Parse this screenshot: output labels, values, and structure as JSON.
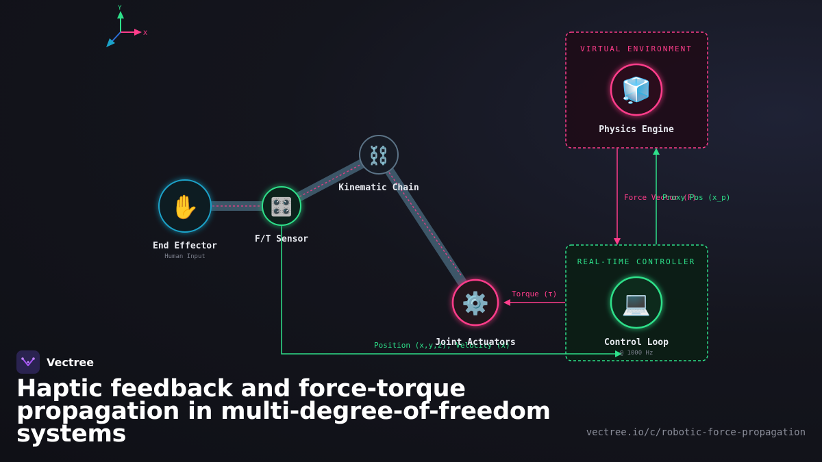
{
  "axes": {
    "y": "Y",
    "x": "X"
  },
  "nodes": {
    "end_effector": {
      "icon": "✋",
      "label": "End Effector",
      "sublabel": "Human Input"
    },
    "ft_sensor": {
      "icon": "🎛️",
      "label": "F/T Sensor"
    },
    "kinematic_chain": {
      "icon": "⛓️",
      "label": "Kinematic Chain"
    },
    "joint_actuators": {
      "icon": "⚙️",
      "label": "Joint Actuators"
    },
    "physics_engine": {
      "icon": "🧊",
      "label": "Physics Engine"
    },
    "control_loop": {
      "icon": "💻",
      "label": "Control Loop",
      "sublabel": "@ 1000 Hz"
    }
  },
  "groups": {
    "virtual_environment": "VIRTUAL ENVIRONMENT",
    "realtime_controller": "REAL-TIME CONTROLLER"
  },
  "edges": {
    "force_vector": "Force Vector (F)",
    "proxy_pos": "Proxy Pos (x_p)",
    "torque": "Torque (τ)",
    "position_velocity": "Position (x,y,z), Velocity (ẋ)"
  },
  "colors": {
    "pink": "#ff3d8b",
    "green": "#2ee08a",
    "cyan": "#1ba3c9",
    "link": "#4e7288"
  },
  "brand": {
    "name": "Vectree"
  },
  "title": "Haptic feedback and force-torque propagation in multi-degree-of-freedom systems",
  "url": "vectree.io/c/robotic-force-propagation"
}
